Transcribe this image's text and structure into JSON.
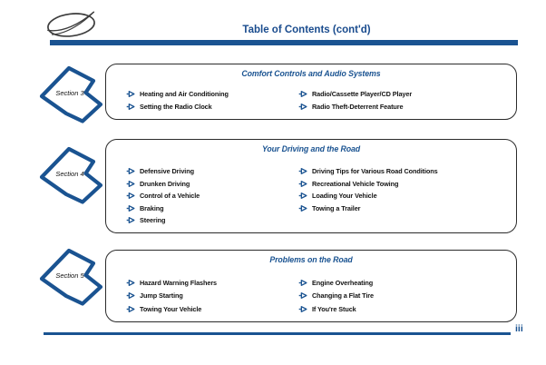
{
  "header": {
    "title": "Table of Contents (cont'd)",
    "logo": "oldsmobile-rocket-logo"
  },
  "footer": {
    "page_number": "iii"
  },
  "colors": {
    "accent_blue": "#1a5391",
    "title_blue": "#1a4c8e",
    "box_border": "#2b2b2b",
    "item_text": "#141414"
  },
  "icons": {
    "logo": "oldsmobile-logo-icon",
    "bullet": "arrow-right-bullet-icon",
    "section_badge": "arrow-badge-icon"
  },
  "sections": [
    {
      "label": "Section 3",
      "heading": "Comfort Controls and Audio Systems",
      "left_items": [
        "Heating and Air Conditioning",
        "Setting the Radio Clock"
      ],
      "right_items": [
        "Radio/Cassette Player/CD Player",
        "Radio Theft-Deterrent Feature"
      ]
    },
    {
      "label": "Section 4",
      "heading": "Your Driving and the Road",
      "left_items": [
        "Defensive Driving",
        "Drunken Driving",
        "Control of a Vehicle",
        "Braking",
        "Steering"
      ],
      "right_items": [
        "Driving Tips for Various Road Conditions",
        "Recreational Vehicle Towing",
        "Loading Your Vehicle",
        "Towing a Trailer"
      ]
    },
    {
      "label": "Section 5",
      "heading": "Problems on the Road",
      "left_items": [
        "Hazard Warning Flashers",
        "Jump Starting",
        "Towing Your Vehicle"
      ],
      "right_items": [
        "Engine Overheating",
        "Changing a Flat Tire",
        "If You're Stuck"
      ]
    }
  ]
}
